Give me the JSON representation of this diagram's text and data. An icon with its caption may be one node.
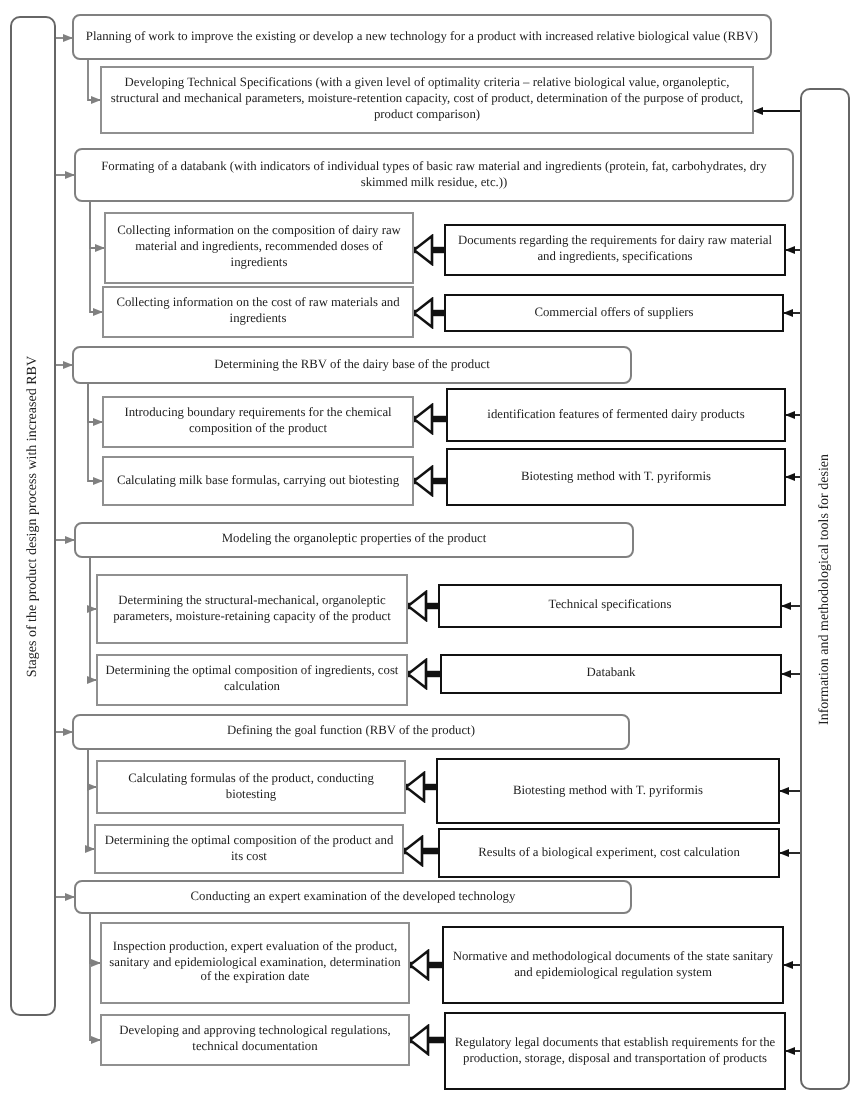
{
  "diagram": {
    "nodes": [
      {
        "text": [
          "Stages of the product design process with increased RBV"
        ]
      },
      {
        "text": [
          "Planning of work to improve the existing or develop a new technology for a product with increased relative biological value (RBV)"
        ]
      },
      {
        "text": [
          "Developing Technical Specifications (with a given level of optimality criteria – relative biological value, organoleptic, structural and mechanical parameters, moisture-retention capacity, cost of product, determination of the purpose of product, product comparison)"
        ]
      },
      {
        "text": [
          "Formating of a databank (with indicators of individual types of basic raw material and ingredients (protein, fat, carbohydrates, dry skimmed milk residue, etc.))"
        ]
      },
      {
        "text": [
          "Collecting information on the composition of dairy raw material and ingredients, recommended doses of ingredients"
        ]
      },
      {
        "text": [
          "Documents regarding the requirements for dairy raw material and ingredients, specifications"
        ]
      },
      {
        "text": [
          "Collecting information on the cost of raw materials and ingredients"
        ]
      },
      {
        "text": [
          "Commercial offers of suppliers"
        ]
      },
      {
        "text": [
          "Determining the RBV of the dairy base of the product"
        ]
      },
      {
        "text": [
          "Introducing boundary requirements for the chemical composition of the product"
        ]
      },
      {
        "text": [
          "identification features of fermented dairy products"
        ]
      },
      {
        "text": [
          "Calculating milk base formulas, carrying out biotesting"
        ]
      },
      {
        "text": [
          "Biotesting method with T. pyriformis"
        ]
      },
      {
        "text": [
          "Modeling the organoleptic properties of the product"
        ]
      },
      {
        "text": [
          "Determining the structural-mechanical, organoleptic parameters, moisture-retaining capacity of the product"
        ]
      },
      {
        "text": [
          "Technical specifications"
        ]
      },
      {
        "text": [
          "Determining the optimal composition of ingredients, cost calculation"
        ]
      },
      {
        "text": [
          "Databank"
        ]
      },
      {
        "text": [
          "Defining the goal function (RBV of the product)"
        ]
      },
      {
        "text": [
          "Calculating formulas of the product, conducting biotesting"
        ]
      },
      {
        "text": [
          "Biotesting method with T. pyriformis"
        ]
      },
      {
        "text": [
          "Determining the optimal composition of the product and its cost"
        ]
      },
      {
        "text": [
          "Results of a biological experiment, cost calculation"
        ]
      },
      {
        "text": [
          "Conducting an expert examination of the developed technology"
        ]
      },
      {
        "text": [
          "Inspection production, expert evaluation of the product, sanitary and epidemiological examination, determination of the expiration date"
        ]
      },
      {
        "text": [
          "Normative and methodological documents of the state sanitary and epidemiological regulation system"
        ]
      },
      {
        "text": [
          "Developing and approving technological regulations, technical documentation"
        ]
      },
      {
        "text": [
          "Regulatory legal documents that establish requirements for the production, storage, disposal and transportation of products"
        ]
      },
      {
        "text": [
          "Information and methodological tools for desien"
        ]
      }
    ],
    "edges": [
      {
        "from": 0,
        "to": 1,
        "arrow": "to",
        "color": "#808080"
      },
      {
        "from": 1,
        "to": 2,
        "arrow": "to",
        "color": "#808080"
      },
      {
        "from": 28,
        "to": 2,
        "arrow": "to"
      },
      {
        "from": 0,
        "to": 3,
        "arrow": "to",
        "color": "#808080"
      },
      {
        "from": 3,
        "to": 4,
        "arrow": "to",
        "color": "#808080"
      },
      {
        "from": 5,
        "to": 4,
        "arrow": "to",
        "style": "thick"
      },
      {
        "from": 28,
        "to": 5,
        "arrow": "to"
      },
      {
        "from": 3,
        "to": 6,
        "arrow": "to",
        "color": "#808080"
      },
      {
        "from": 7,
        "to": 6,
        "arrow": "to",
        "style": "thick"
      },
      {
        "from": 28,
        "to": 7,
        "arrow": "to"
      },
      {
        "from": 0,
        "to": 8,
        "arrow": "to",
        "color": "#808080"
      },
      {
        "from": 8,
        "to": 9,
        "arrow": "to",
        "color": "#808080"
      },
      {
        "from": 10,
        "to": 9,
        "arrow": "to",
        "style": "thick"
      },
      {
        "from": 28,
        "to": 10,
        "arrow": "to"
      },
      {
        "from": 8,
        "to": 11,
        "arrow": "to",
        "color": "#808080"
      },
      {
        "from": 12,
        "to": 11,
        "arrow": "to",
        "style": "thick"
      },
      {
        "from": 28,
        "to": 12,
        "arrow": "to"
      },
      {
        "from": 0,
        "to": 13,
        "arrow": "to",
        "color": "#808080"
      },
      {
        "from": 13,
        "to": 14,
        "arrow": "to",
        "color": "#808080"
      },
      {
        "from": 15,
        "to": 14,
        "arrow": "to",
        "style": "thick"
      },
      {
        "from": 28,
        "to": 15,
        "arrow": "to"
      },
      {
        "from": 13,
        "to": 16,
        "arrow": "to",
        "color": "#808080"
      },
      {
        "from": 17,
        "to": 16,
        "arrow": "to",
        "style": "thick"
      },
      {
        "from": 28,
        "to": 17,
        "arrow": "to"
      },
      {
        "from": 0,
        "to": 18,
        "arrow": "to",
        "color": "#808080"
      },
      {
        "from": 18,
        "to": 19,
        "arrow": "to",
        "color": "#808080"
      },
      {
        "from": 20,
        "to": 19,
        "arrow": "to",
        "style": "thick"
      },
      {
        "from": 28,
        "to": 20,
        "arrow": "to"
      },
      {
        "from": 18,
        "to": 21,
        "arrow": "to",
        "color": "#808080"
      },
      {
        "from": 22,
        "to": 21,
        "arrow": "to",
        "style": "thick"
      },
      {
        "from": 28,
        "to": 22,
        "arrow": "to"
      },
      {
        "from": 0,
        "to": 23,
        "arrow": "to",
        "color": "#808080"
      },
      {
        "from": 23,
        "to": 24,
        "arrow": "to",
        "color": "#808080"
      },
      {
        "from": 25,
        "to": 24,
        "arrow": "to",
        "style": "thick"
      },
      {
        "from": 28,
        "to": 25,
        "arrow": "to"
      },
      {
        "from": 23,
        "to": 26,
        "arrow": "to",
        "color": "#808080"
      },
      {
        "from": 27,
        "to": 26,
        "arrow": "to",
        "style": "thick"
      },
      {
        "from": 28,
        "to": 27,
        "arrow": "to"
      }
    ]
  }
}
